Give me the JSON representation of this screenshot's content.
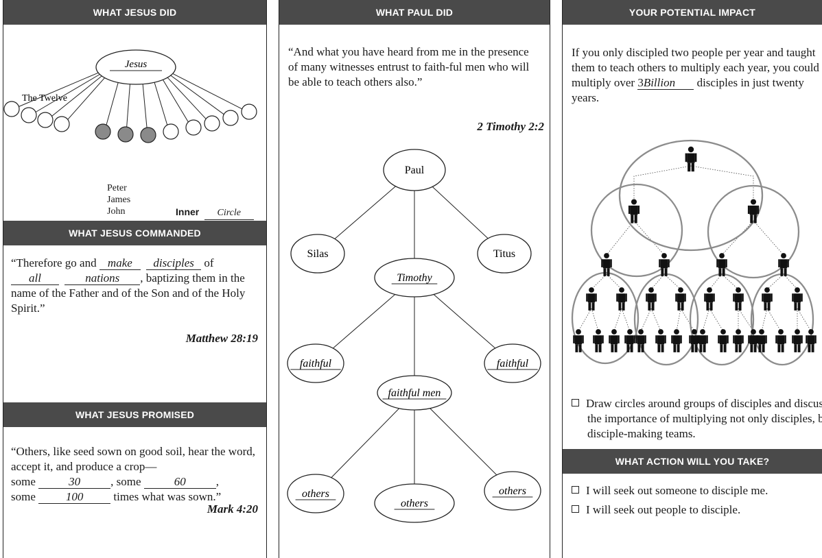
{
  "col1": {
    "did": {
      "header": "WHAT JESUS DID",
      "center": "Jesus",
      "twelve_label": "The Twelve",
      "names": [
        "Peter",
        "James",
        "John"
      ],
      "inner_label": "Inner",
      "inner_value": "Circle"
    },
    "commanded": {
      "header": "WHAT JESUS COMMANDED",
      "p1": "“Therefore go and",
      "b1": "make",
      "b2": "disciples",
      "p2": "of",
      "b3": "all",
      "b4": "nations",
      "p3": ", baptizing them in the name of the Father and of the Son and of the Holy Spirit.”",
      "reference": "Matthew 28:19"
    },
    "promised": {
      "header": "WHAT JESUS PROMISED",
      "p1": "“Others, like seed sown on good soil, hear the word, accept it, and produce a crop—",
      "some": "some",
      "b1": "30",
      "mid": ", some",
      "b2": "60",
      "comma": ",",
      "b3": "100",
      "end": "times what was sown.”",
      "reference": "Mark 4:20"
    }
  },
  "col2": {
    "header": "WHAT PAUL DID",
    "quote": "“And what you have heard from me in the presence of many witnesses entrust to faith-ful men who will be able to teach others also.”",
    "reference": "2 Timothy 2:2",
    "nodes": {
      "paul": "Paul",
      "silas": "Silas",
      "titus": "Titus",
      "timothy": "Timothy",
      "faithful_left": "faithful",
      "faithful_right": "faithful",
      "faithful_men": "faithful men",
      "others_left": "others",
      "others_right": "others",
      "others_bottom": "others"
    }
  },
  "col3": {
    "header": "YOUR POTENTIAL IMPACT",
    "p1": "If you only discipled two people per year and taught them to teach others to multiply each year, you could multiply over",
    "blank_num": "3",
    "blank_word": "Billion",
    "p2": "disciples in just twenty years.",
    "check_item": "Draw circles around groups of disciples and discuss the importance of multiplying not only disciples, but disciple-making teams.",
    "action_header": "WHAT ACTION WILL YOU TAKE?",
    "actions": [
      "I will seek out someone to disciple me.",
      "I will seek out people to disciple."
    ]
  },
  "colors": {
    "header_bg": "#4a4a4a",
    "filled_circle": "#8a8a8a",
    "team_circle": "#8c8c8c"
  }
}
